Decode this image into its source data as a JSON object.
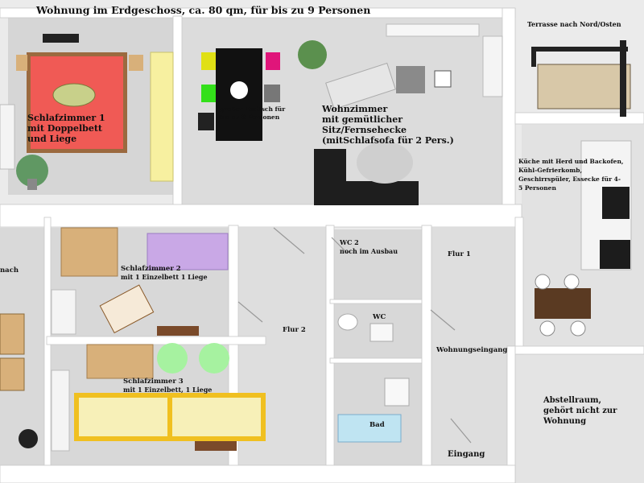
{
  "title": "Wohnung im Erdgeschoss, ca. 80 qm, für bis zu 9 Personen",
  "rooms": {
    "bedroom1": {
      "line1": "Schlafzimmer 1",
      "line2": "mit Doppelbett",
      "line3": "und Liege"
    },
    "dining": {
      "line1": "großer Esstisch für",
      "line2": "bis zu 8 Personen"
    },
    "living": {
      "line1": "Wohnzimmer",
      "line2": "mit gemütlicher",
      "line3": "Sitz/Fernsehecke",
      "line4": "(mitSchlafsofa für 2 Pers.)"
    },
    "terrace": {
      "line1": "Terrasse nach Nord/Osten"
    },
    "kitchen": {
      "line1": "Küche mit Herd und Backofen,",
      "line2": "Kühl-Gefrierkomb,",
      "line3": "Geschirrspüler, Essecke für 4-",
      "line4": "5 Personen"
    },
    "left_fragment": {
      "line1": "nach"
    },
    "bedroom2": {
      "line1": "Schlafzimmer 2",
      "line2": "mit 1 Einzelbett  1 Liege"
    },
    "bedroom3": {
      "line1": "Schlafzimmer 3",
      "line2": "mit 1 Einzelbett, 1 Liege"
    },
    "wc2": {
      "line1": "WC 2",
      "line2": "noch im Ausbau"
    },
    "wc": {
      "line1": "WC"
    },
    "flur1": {
      "line1": "Flur 1"
    },
    "flur2": {
      "line1": "Flur 2"
    },
    "entrance": {
      "line1": "Wohnungseingang"
    },
    "bath": {
      "line1": "Bad"
    },
    "eingang": {
      "line1": "Eingang"
    },
    "storage": {
      "line1": "Abstellraum,",
      "line2": "gehört nicht zur",
      "line3": "Wohnung"
    }
  },
  "colors": {
    "wall": "#ffffff",
    "floor": "#d9d9d9",
    "bed1": "#f05a55",
    "bed_yellow": "#f7f0a0",
    "bed_purple": "#c9a8e6",
    "wood": "#d8b07a",
    "table_black": "#111111",
    "chair_pink": "#e0157a",
    "chair_green": "#33e01a",
    "chair_yellow": "#e0e015",
    "sofa": "#e6e6e6",
    "stool_green": "#a6f2a0",
    "tub": "#bfe4f2"
  }
}
